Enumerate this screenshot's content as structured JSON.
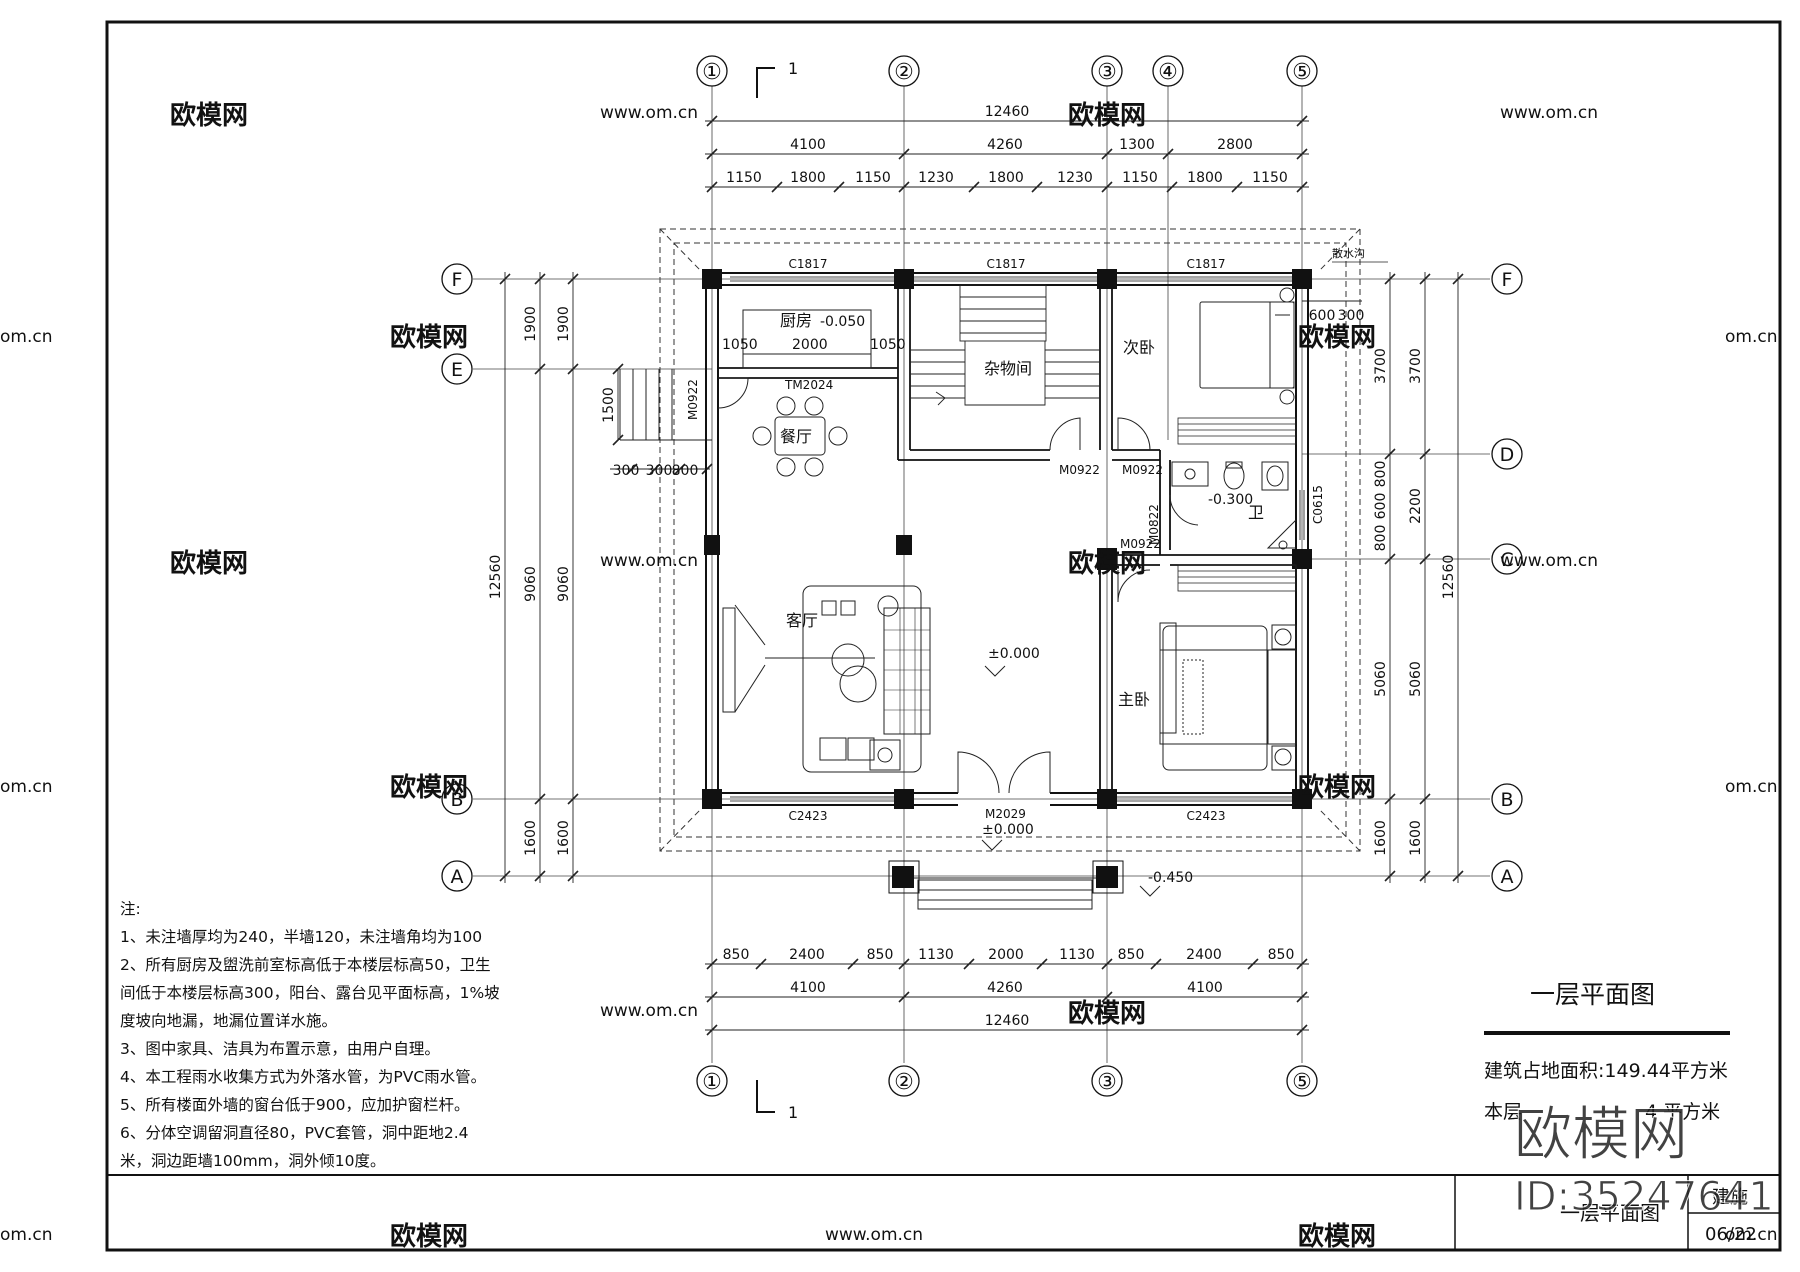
{
  "axes": {
    "cols": [
      "①",
      "②",
      "③",
      "④",
      "⑤"
    ],
    "rows": [
      "A",
      "B",
      "C",
      "D",
      "E",
      "F"
    ]
  },
  "section_mark": "1",
  "dims_top": {
    "total": "12460",
    "tier2": [
      "4100",
      "4260",
      "1300",
      "2800"
    ],
    "tier3": [
      "1150",
      "1800",
      "1150",
      "1230",
      "1800",
      "1230",
      "1150",
      "1800",
      "1150"
    ]
  },
  "dims_bottom": {
    "tier1": [
      "850",
      "2400",
      "850",
      "1130",
      "2000",
      "1130",
      "850",
      "2400",
      "850"
    ],
    "tier2": [
      "4100",
      "4260",
      "4100"
    ],
    "total": "12460"
  },
  "dims_left": {
    "total": "12560",
    "tier2": [
      "1900",
      "9060",
      "1600"
    ],
    "tier3": [
      "1900",
      "9060",
      "1600"
    ],
    "stair": "1500",
    "steps": [
      "300",
      "300",
      "800"
    ]
  },
  "dims_right": {
    "total": "12560",
    "tier2": [
      "3700",
      "2200",
      "5060",
      "1600"
    ],
    "tier3": [
      "3700",
      "800",
      "600",
      "800",
      "5060",
      "1600"
    ],
    "top_small": [
      "600",
      "300"
    ]
  },
  "rooms": {
    "kitchen": "厨房",
    "dining": "餐厅",
    "storage": "杂物间",
    "bedroom2": "次卧",
    "bath": "卫",
    "living": "客厅",
    "master": "主卧"
  },
  "openings": {
    "c1817": "C1817",
    "c2423": "C2423",
    "tm2024": "TM2024",
    "m0922": "M0922",
    "m0822": "M0822",
    "c0615": "C0615",
    "m2029": "M2029",
    "drain": "散水沟"
  },
  "kitchen_dims": [
    "1050",
    "2000",
    "1050"
  ],
  "levels": {
    "kitchen": "-0.050",
    "bath": "-0.300",
    "floor": "±0.000",
    "entry": "±0.000",
    "outside": "-0.450"
  },
  "notes": {
    "head": "注:",
    "lines": [
      "1、未注墙厚均为240，半墙120，未注墙角均为100",
      "2、所有厨房及盥洗前室标高低于本楼层标高50，卫生",
      "间低于本楼层标高300，阳台、露台见平面标高，1%坡",
      "度坡向地漏，地漏位置详水施。",
      "3、图中家具、洁具为布置示意，由用户自理。",
      "4、本工程雨水收集方式为外落水管，为PVC雨水管。",
      "5、所有楼面外墙的窗台低于900，应加护窗栏杆。",
      "6、分体空调留洞直径80，PVC套管，洞中距地2.4",
      "米，洞边距墙100mm，洞外倾10度。"
    ]
  },
  "plan_title": "一层平面图",
  "area_line1": "建筑占地面积:149.44平方米",
  "area_line2_left": "本层",
  "area_line2_right": "4 平方米",
  "titleblock": {
    "name": "一层平面图",
    "discipline": "建施",
    "sheet": "06/22"
  },
  "watermark": {
    "brand": "欧模网",
    "id": "ID:35247641",
    "site": "www.om.cn",
    "site_short": "om.cn"
  }
}
